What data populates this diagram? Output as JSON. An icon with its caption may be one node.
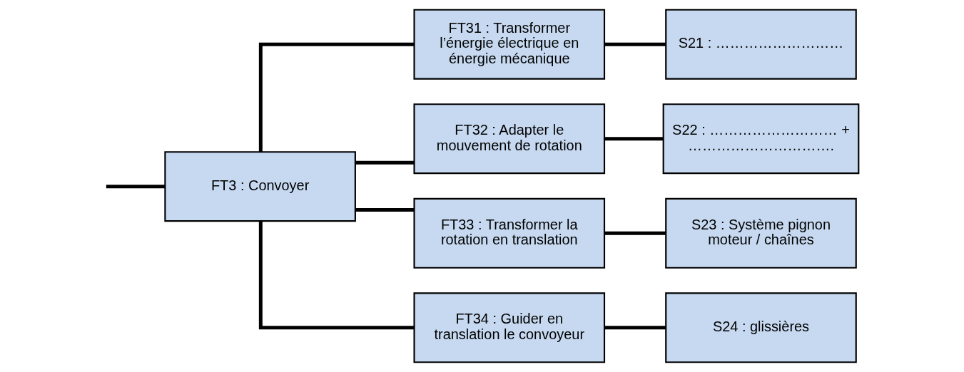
{
  "diagram": {
    "nodes": [
      {
        "text": [
          "FT3 : Convoyer"
        ]
      },
      {
        "text": [
          "FT31 : Transformer l’énergie électrique en énergie mécanique"
        ]
      },
      {
        "text": [
          "S21 : ………………………"
        ]
      },
      {
        "text": [
          "FT32 : Adapter le mouvement de rotation"
        ]
      },
      {
        "text": [
          "S22 : ……………………… + …………………………."
        ]
      },
      {
        "text": [
          "FT33 : Transformer la rotation en translation"
        ]
      },
      {
        "text": [
          "S23 : Système pignon moteur / chaînes"
        ]
      },
      {
        "text": [
          "FT34 : Guider en translation le convoyeur"
        ]
      },
      {
        "text": [
          "S24 : glissières"
        ]
      }
    ],
    "edges": [
      {
        "from": null,
        "to": 0,
        "arrow": "none"
      },
      {
        "from": 0,
        "to": 1,
        "arrow": "none"
      },
      {
        "from": 0,
        "to": 3,
        "arrow": "none"
      },
      {
        "from": 0,
        "to": 5,
        "arrow": "none"
      },
      {
        "from": 0,
        "to": 7,
        "arrow": "none"
      },
      {
        "from": 1,
        "to": 2,
        "arrow": "none"
      },
      {
        "from": 3,
        "to": 4,
        "arrow": "none"
      },
      {
        "from": 5,
        "to": 6,
        "arrow": "none"
      },
      {
        "from": 7,
        "to": 8,
        "arrow": "none"
      }
    ]
  }
}
